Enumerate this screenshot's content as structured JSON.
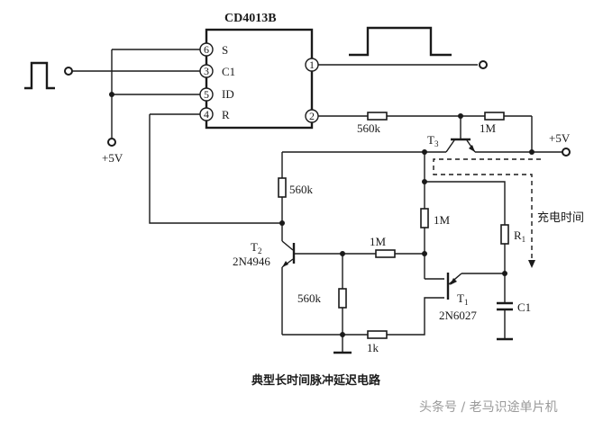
{
  "diagram": {
    "chip": {
      "name": "CD4013B",
      "pins": [
        {
          "num": "6",
          "label": "S"
        },
        {
          "num": "3",
          "label": "C1"
        },
        {
          "num": "5",
          "label": "ID"
        },
        {
          "num": "4",
          "label": "R"
        },
        {
          "num": "1",
          "label": ""
        },
        {
          "num": "2",
          "label": ""
        }
      ]
    },
    "supply_labels": {
      "left": "+5V",
      "right": "+5V"
    },
    "resistors": {
      "r_pin2": "560k",
      "r_t3_base": "1M",
      "r_t2_collector": "560k",
      "r_t2_base": "1M",
      "r_t2_base_pulldown": "560k",
      "r_t1_gate": "1M",
      "r_t1_cathode": "1k",
      "r1": "R",
      "r1_sub": "1"
    },
    "transistors": {
      "t1": {
        "name": "T",
        "sub": "1",
        "part": "2N6027"
      },
      "t2": {
        "name": "T",
        "sub": "2",
        "part": "2N4946"
      },
      "t3": {
        "name": "T",
        "sub": "3",
        "part": ""
      }
    },
    "capacitor": "C1",
    "charge_time_label": "充电时间",
    "caption": "典型长时间脉冲延迟电路",
    "watermark": "头条号 / 老马识途单片机"
  }
}
